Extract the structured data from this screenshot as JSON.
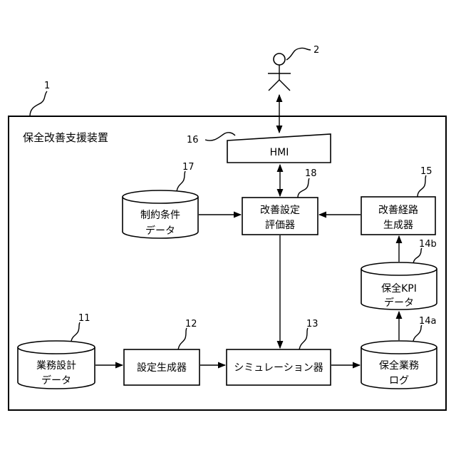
{
  "system": {
    "label": "保全改善支援装置",
    "ref": "1"
  },
  "user": {
    "ref": "2"
  },
  "hmi": {
    "label": "HMI",
    "ref": "16"
  },
  "evaluator": {
    "line1": "改善設定",
    "line2": "評価器",
    "ref": "18"
  },
  "constraint_db": {
    "line1": "制約条件",
    "line2": "データ",
    "ref": "17"
  },
  "route_generator": {
    "line1": "改善経路",
    "line2": "生成器",
    "ref": "15"
  },
  "kpi_db": {
    "line1": "保全KPI",
    "line2": "データ",
    "ref": "14b"
  },
  "design_db": {
    "line1": "業務設計",
    "line2": "データ",
    "ref": "11"
  },
  "setting_generator": {
    "label": "設定生成器",
    "ref": "12"
  },
  "simulator": {
    "label": "シミュレーション器",
    "ref": "13"
  },
  "log_db": {
    "line1": "保全業務",
    "line2": "ログ",
    "ref": "14a"
  }
}
